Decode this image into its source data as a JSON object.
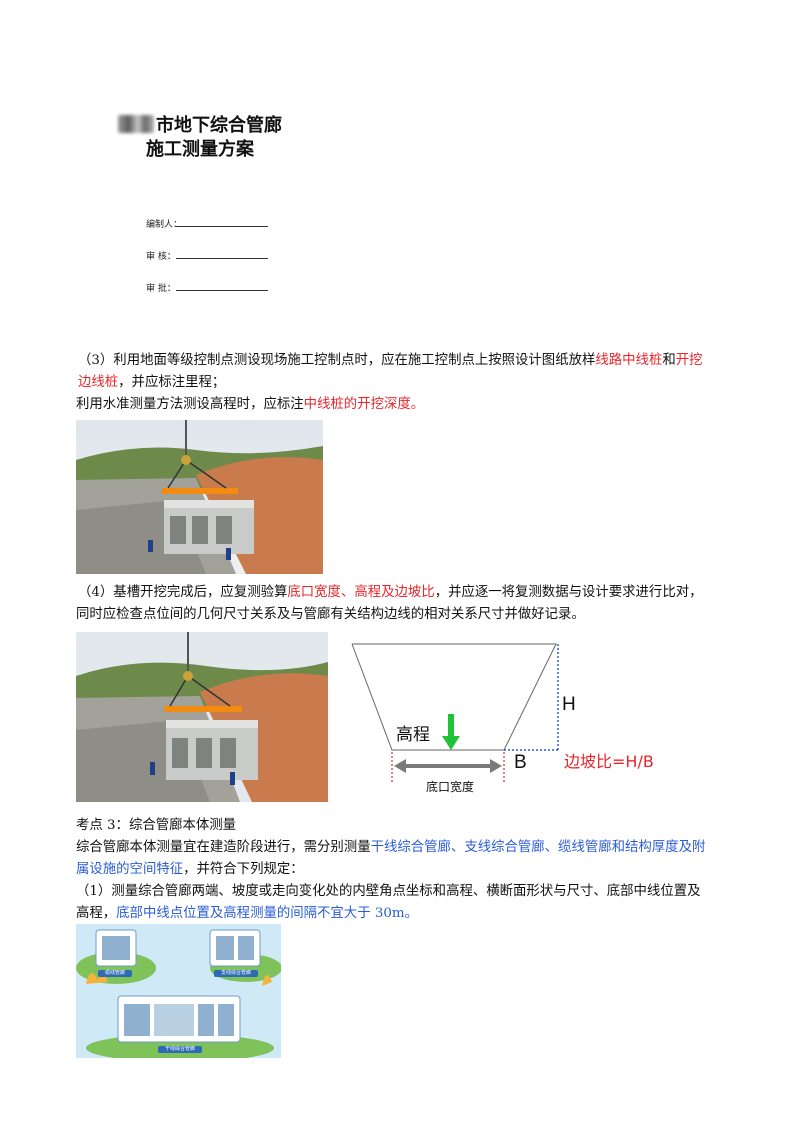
{
  "header": {
    "title_line1": "市地下综合管廊",
    "title_line2": "施工测量方案"
  },
  "signoff": {
    "compiler": "编制人：",
    "reviewer": "审    核：",
    "approver": "审    批："
  },
  "section3": {
    "line1_a": "（3）利用地面等级控制点测设现场施工控制点时，应在施工控制点上按照设计图纸放样",
    "line1_red1": "线路中线桩",
    "line1_and": "和",
    "line1_red2": "开挖",
    "line2_red": "边线桩",
    "line2_b": "，并应标注里程；",
    "line3_a": "利用水准测量方法测设高程时，应标注",
    "line3_red": "中线桩的开挖深度。"
  },
  "section4": {
    "line1_a": "（4）基槽开挖完成后，应复测验算",
    "line1_red": "底口宽度、高程及边坡比",
    "line1_b": "，并应逐一将复测数据与设计要求进行比对，",
    "line2": "同时应检查点位间的几何尺寸关系及与管廊有关结构边线的相对关系尺寸并做好记录。"
  },
  "diagram": {
    "label_elev": "高程",
    "label_H": "H",
    "label_B": "B",
    "label_ratio": "边坡比=H/B",
    "label_width": "底口宽度"
  },
  "kaodian3": {
    "heading": "考点 3：综合管廊本体测量",
    "p1_a": "综合管廊本体测量宜在建造阶段进行，需分别测量",
    "p1_blue": "干线综合管廊、支线综合管廊、缆线管廊和结构厚度及附",
    "p2_blue": "属设施的空间特征",
    "p2_b": "，并符合下列规定：",
    "p3": "（1）测量综合管廊两端、坡度或走向变化处的内壁角点坐标和高程、横断面形状与尺寸、底部中线位置及",
    "p4_a": "高程，",
    "p4_blue": "底部中线点位置及高程测量的间隔不宜大于 30m。"
  },
  "illustration": {
    "badge1": "缆线管廊",
    "badge2": "支线综合管廊",
    "badge3": "干线综合管廊"
  },
  "colors": {
    "red": "#e8262a",
    "blue": "#2b5dd6",
    "arrow": "#1fc33a"
  }
}
